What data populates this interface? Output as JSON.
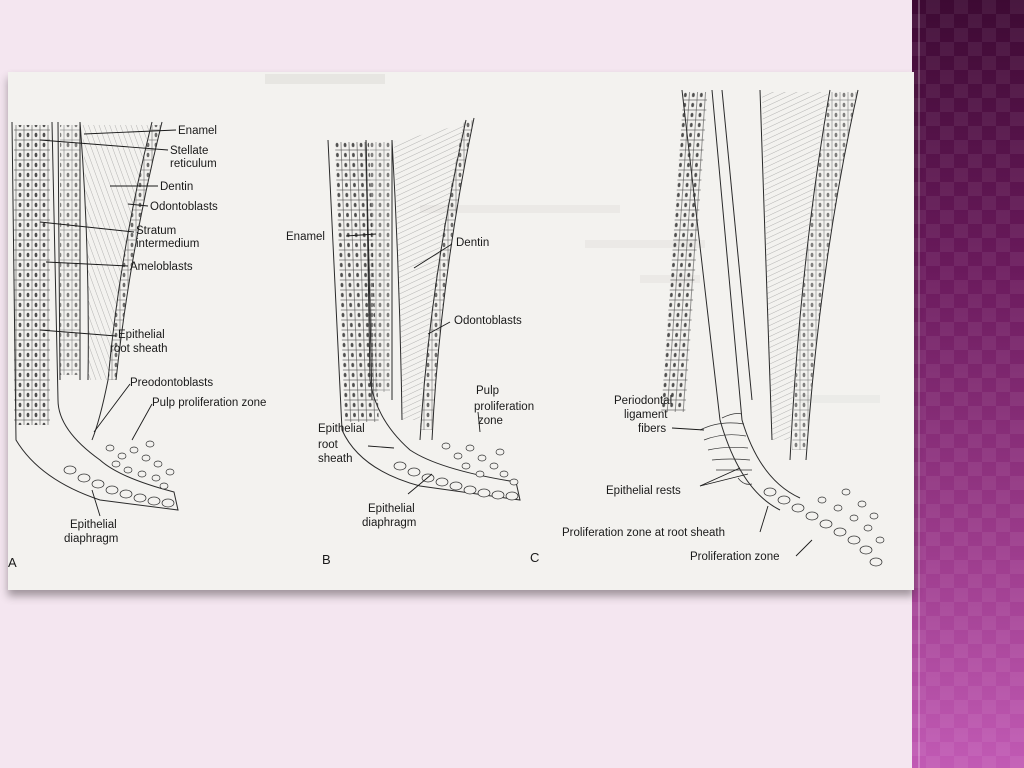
{
  "figure": {
    "panels": [
      {
        "letter": "A",
        "labels": {
          "enamel": "Enamel",
          "stellate": [
            "Stellate",
            "reticulum"
          ],
          "dentin": "Dentin",
          "odontoblasts": "Odontoblasts",
          "stratum": [
            "Stratum",
            "intermedium"
          ],
          "ameloblasts": "Ameloblasts",
          "root_sheath": [
            "Epithelial",
            "root sheath"
          ],
          "preodontoblasts": "Preodontoblasts",
          "pulp_zone": "Pulp proliferation zone",
          "diaphragm": [
            "Epithelial",
            "diaphragm"
          ]
        }
      },
      {
        "letter": "B",
        "labels": {
          "enamel": "Enamel",
          "dentin": "Dentin",
          "odontoblasts": "Odontoblasts",
          "pulp_zone": [
            "Pulp",
            "proliferation",
            "zone"
          ],
          "root_sheath": [
            "Epithelial",
            "root",
            "sheath"
          ],
          "diaphragm": [
            "Epithelial",
            "diaphragm"
          ]
        }
      },
      {
        "letter": "C",
        "labels": {
          "pdl": [
            "Periodontal",
            "ligament",
            "fibers"
          ],
          "rests": "Epithelial rests",
          "prolif_root": "Proliferation zone at root sheath",
          "prolif": "Proliferation zone"
        }
      }
    ]
  },
  "colors": {
    "slide_background": "#f4e6f0",
    "accent_band": "#8a2a7a",
    "figure_paper": "#f3f2ef"
  }
}
